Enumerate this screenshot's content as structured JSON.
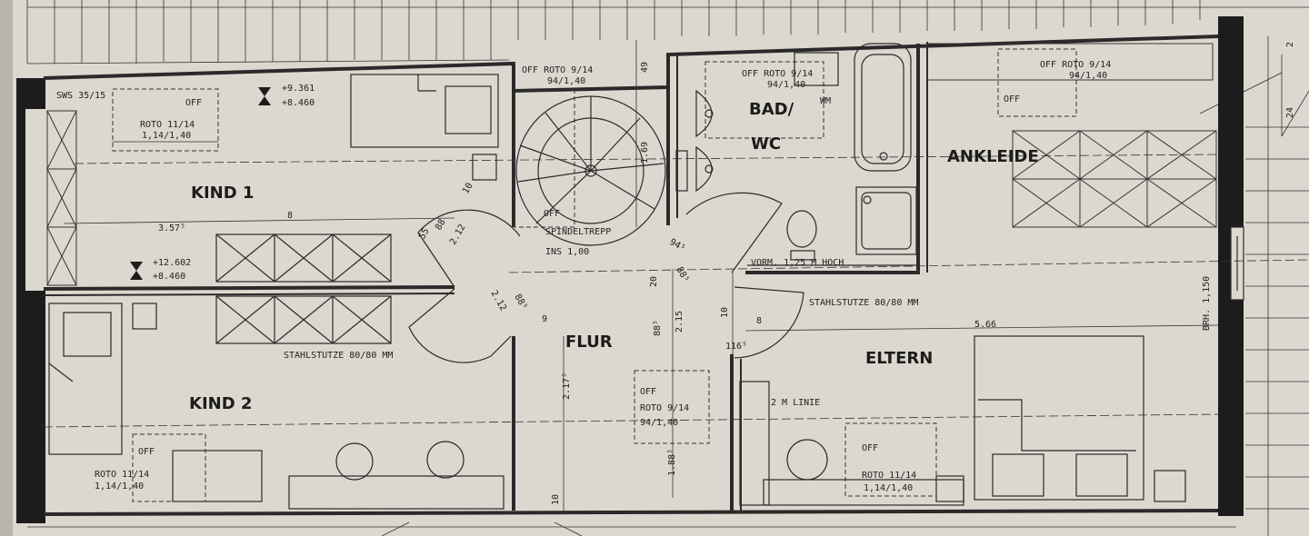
{
  "rooms": {
    "kind1": "KIND 1",
    "kind2": "KIND 2",
    "flur": "FLUR",
    "bad": "BAD/",
    "wc": "WC",
    "ankleide": "ANKLEIDE",
    "eltern": "ELTERN"
  },
  "notes": {
    "sws": "SWS 35/15",
    "kind1_off": "OFF",
    "kind1_roto": "ROTO 11/14",
    "kind1_size": "1,14/1,40",
    "height_top_a": "+9.361",
    "height_top_b": "+8.460",
    "height_bot_a": "+12.602",
    "height_bot_b": "+8.460",
    "stair_roto": "OFF ROTO 9/14",
    "stair_size": "94/1,40",
    "stair_off": "OFF",
    "stair_name": "SPINDELTREPP",
    "stair_ins": "INS 1,00",
    "bad_roto": "OFF ROTO 9/14",
    "bad_size": "94/1,40",
    "bad_wm": "WM",
    "ank_roto": "OFF ROTO 9/14",
    "ank_size": "94/1,40",
    "ank_off": "OFF",
    "vorm": "VORM. 1,25 M HOCH",
    "stahl1": "STAHLSTUTZE 80/80 MM",
    "stahl2": "STAHLSTUTZE 80/80 MM",
    "flur_off": "OFF",
    "flur_roto": "ROTO 9/14",
    "flur_size": "94/1,40",
    "linie": "2 M LINIE",
    "kind2_off": "OFF",
    "kind2_roto": "ROTO 11/14",
    "kind2_size": "1,14/1,40",
    "eltern_off": "OFF",
    "eltern_roto": "ROTO 11/14",
    "eltern_size": "1,14/1,40",
    "brh": "BRH. 1,150"
  },
  "dims": {
    "kind1_width": "3.57⁵",
    "d8a": "8",
    "d49": "49",
    "d169": "1.69",
    "d10a": "10",
    "d88a": "88",
    "d212a": "2.12",
    "d55": "55",
    "d94": "94⁵",
    "d88b": "88⁵",
    "d20": "20",
    "d88c": "88⁵",
    "d212b": "2.12",
    "d9": "9",
    "d215": "2.15",
    "d88d": "88⁵",
    "d10b": "10",
    "d8b": "8",
    "d116": "116⁵",
    "d566": "5.66",
    "d217": "2.17⁵",
    "d188": "1.88⁵",
    "d10c": "10",
    "d24": "24",
    "d2": "2"
  },
  "colors": {
    "paper": "#dedad2",
    "ink": "#2a2a2a",
    "background": "#cfcbc2"
  }
}
